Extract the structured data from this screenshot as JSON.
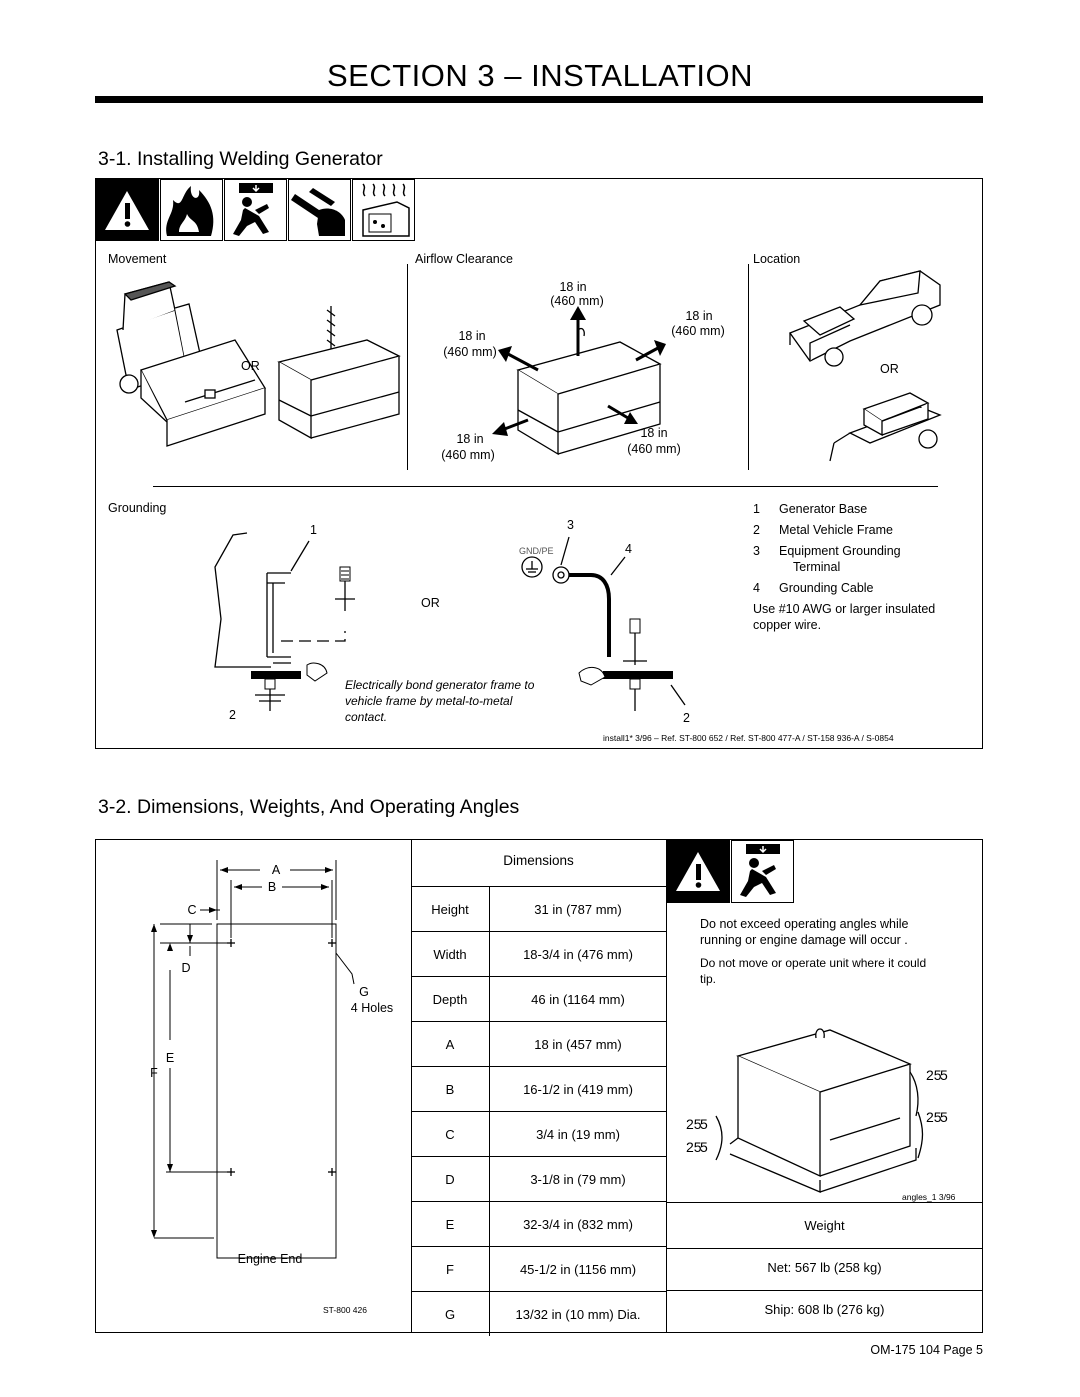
{
  "header": {
    "title": "SECTION 3 – INSTALLATION"
  },
  "section_1": {
    "title": "3-1.   Installing Welding Generator",
    "panels": {
      "movement": "Movement",
      "airflow": "Airflow Clearance",
      "location": "Location",
      "grounding": "Grounding"
    },
    "or_label": "OR",
    "clearance": {
      "top": "18 in",
      "top_mm": "(460 mm)",
      "right_top": "18 in",
      "right_top_mm": "(460 mm)",
      "left": "18 in",
      "left_mm": "(460 mm)",
      "bottom_left": "18 in",
      "bottom_left_mm": "(460 mm)",
      "bottom_right": "18 in",
      "bottom_right_mm": "(460 mm)"
    },
    "grounding_callouts": [
      "1",
      "2",
      "3",
      "4",
      "2"
    ],
    "gnd_label": "GND/PE",
    "note_lines": [
      "Electrically bond generator frame to",
      "vehicle   frame   by   metal-to-metal",
      "contact."
    ],
    "legend": [
      {
        "num": "1",
        "text": "Generator Base"
      },
      {
        "num": "2",
        "text": "Metal Vehicle Frame"
      },
      {
        "num": "3",
        "text": "Equipment Grounding",
        "text2": "Terminal"
      },
      {
        "num": "4",
        "text": "Grounding Cable"
      }
    ],
    "legend_note": "Use #10 AWG or larger insulated",
    "legend_note2": "copper wire.",
    "ref": "install1* 3/96 – Ref. ST-800 652 / Ref. ST-800 477-A / ST-158 936-A / S-0854"
  },
  "section_2": {
    "title": "3-2.   Dimensions, Weights, And Operating Angles",
    "drawing_labels": {
      "a": "A",
      "b": "B",
      "c": "C",
      "d": "D",
      "e": "E",
      "f": "F",
      "g": "G",
      "holes": "4 Holes",
      "engine_end": "Engine End",
      "ref": "ST-800 426"
    },
    "dimensions_header": "Dimensions",
    "dimensions": [
      {
        "label": "Height",
        "value": "31 in (787 mm)"
      },
      {
        "label": "Width",
        "value": "18-3/4 in (476 mm)"
      },
      {
        "label": "Depth",
        "value": "46 in (1164 mm)"
      },
      {
        "label": "A",
        "value": "18 in (457 mm)"
      },
      {
        "label": "B",
        "value": "16-1/2 in (419 mm)"
      },
      {
        "label": "C",
        "value": "3/4 in (19 mm)"
      },
      {
        "label": "D",
        "value": "3-1/8 in (79 mm)"
      },
      {
        "label": "E",
        "value": "32-3/4 in (832 mm)"
      },
      {
        "label": "F",
        "value": "45-1/2 in (1156 mm)"
      },
      {
        "label": "G",
        "value": "13/32 in (10 mm) Dia."
      }
    ],
    "warning_1a": "Do  not  exceed  operating  angles  while",
    "warning_1b": "running  or engine damage will occur   .",
    "warning_2a": "Do not move or operate unit where it could",
    "warning_2b": "tip.",
    "angle_label": "25",
    "angle_ref": "angles_1 3/96",
    "weight_header": "Weight",
    "weight_net": "Net: 567 lb (258 kg)",
    "weight_ship": "Ship: 608 lb (276 kg)"
  },
  "footer": {
    "page": "OM-175 104 Page 5"
  }
}
